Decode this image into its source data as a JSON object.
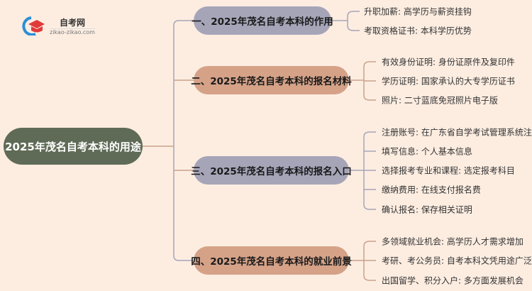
{
  "logo": {
    "name": "自考网",
    "url_text": "zikao-zikao.com"
  },
  "root": "2025年茂名自考本科的用途",
  "colors": {
    "root": "#5f6b56",
    "lavender": "#a6a5b8",
    "tan": "#d5a288",
    "background": "#fdede1"
  },
  "branches": [
    {
      "label": "一、2025年茂名自考本科的作用",
      "leaves": [
        "升职加薪: 高学历与薪资挂钩",
        "考取资格证书: 本科学历优势"
      ]
    },
    {
      "label": "二、2025年茂名自考本科的报名材料",
      "leaves": [
        "有效身份证明: 身份证原件及复印件",
        "学历证明: 国家承认的大专学历证书",
        "照片: 二寸蓝底免冠照片电子版"
      ]
    },
    {
      "label": "三、2025年茂名自考本科的报名入口",
      "leaves": [
        "注册账号: 在广东省自学考试管理系统注册",
        "填写信息: 个人基本信息",
        "选择报考专业和课程: 选定报考科目",
        "缴纳费用: 在线支付报名费",
        "确认报名: 保存相关证明"
      ]
    },
    {
      "label": "四、2025年茂名自考本科的就业前景",
      "leaves": [
        "多领域就业机会: 高学历人才需求增加",
        "考研、考公务员: 自考本科文凭用途广泛",
        "出国留学、积分入户: 多方面发展机会"
      ]
    }
  ]
}
